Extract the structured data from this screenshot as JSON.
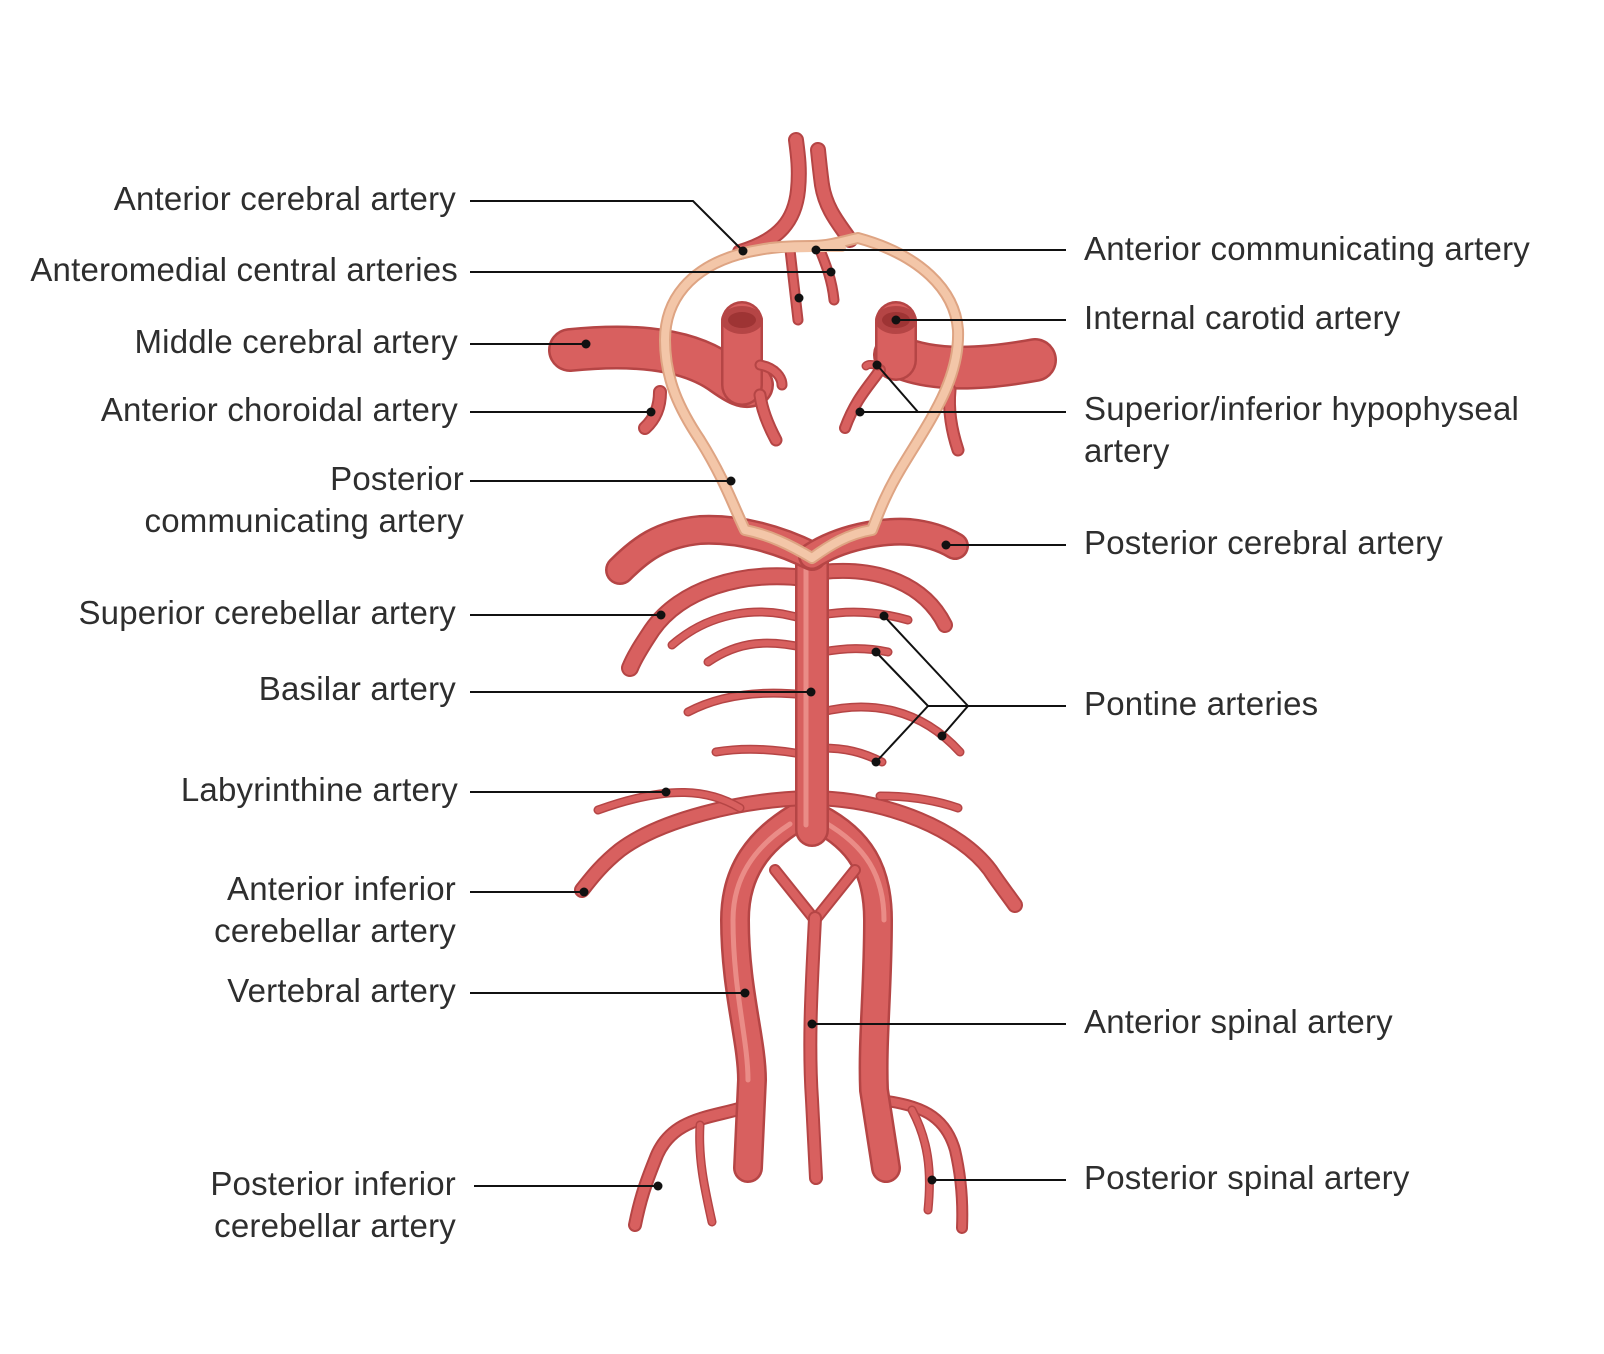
{
  "colors": {
    "artery_fill": "#d8605f",
    "artery_outline": "#b54545",
    "artery_highlight": "#ea8c87",
    "communicating": "#f3c6a8",
    "communicating_outline": "#dea483",
    "lumen": "#9e3434",
    "leader": "#111111",
    "text": "#2e2e2e"
  },
  "labels": {
    "anterior_cerebral": "Anterior cerebral artery",
    "anteromedial_central": "Anteromedial central arteries",
    "middle_cerebral": "Middle cerebral artery",
    "anterior_choroidal": "Anterior choroidal artery",
    "posterior_communicating": [
      "Posterior",
      "communicating artery"
    ],
    "superior_cerebellar": "Superior cerebellar artery",
    "basilar": "Basilar artery",
    "labyrinthine": "Labyrinthine artery",
    "anterior_inferior_cerebellar": [
      "Anterior inferior",
      "cerebellar artery"
    ],
    "vertebral": "Vertebral artery",
    "posterior_inferior_cerebellar": [
      "Posterior inferior",
      "cerebellar artery"
    ],
    "anterior_communicating": "Anterior communicating artery",
    "internal_carotid": "Internal carotid artery",
    "hypophyseal": [
      "Superior/inferior hypophyseal",
      "artery"
    ],
    "posterior_cerebral": "Posterior cerebral artery",
    "pontine": "Pontine arteries",
    "anterior_spinal": "Anterior spinal artery",
    "posterior_spinal": "Posterior spinal artery"
  }
}
